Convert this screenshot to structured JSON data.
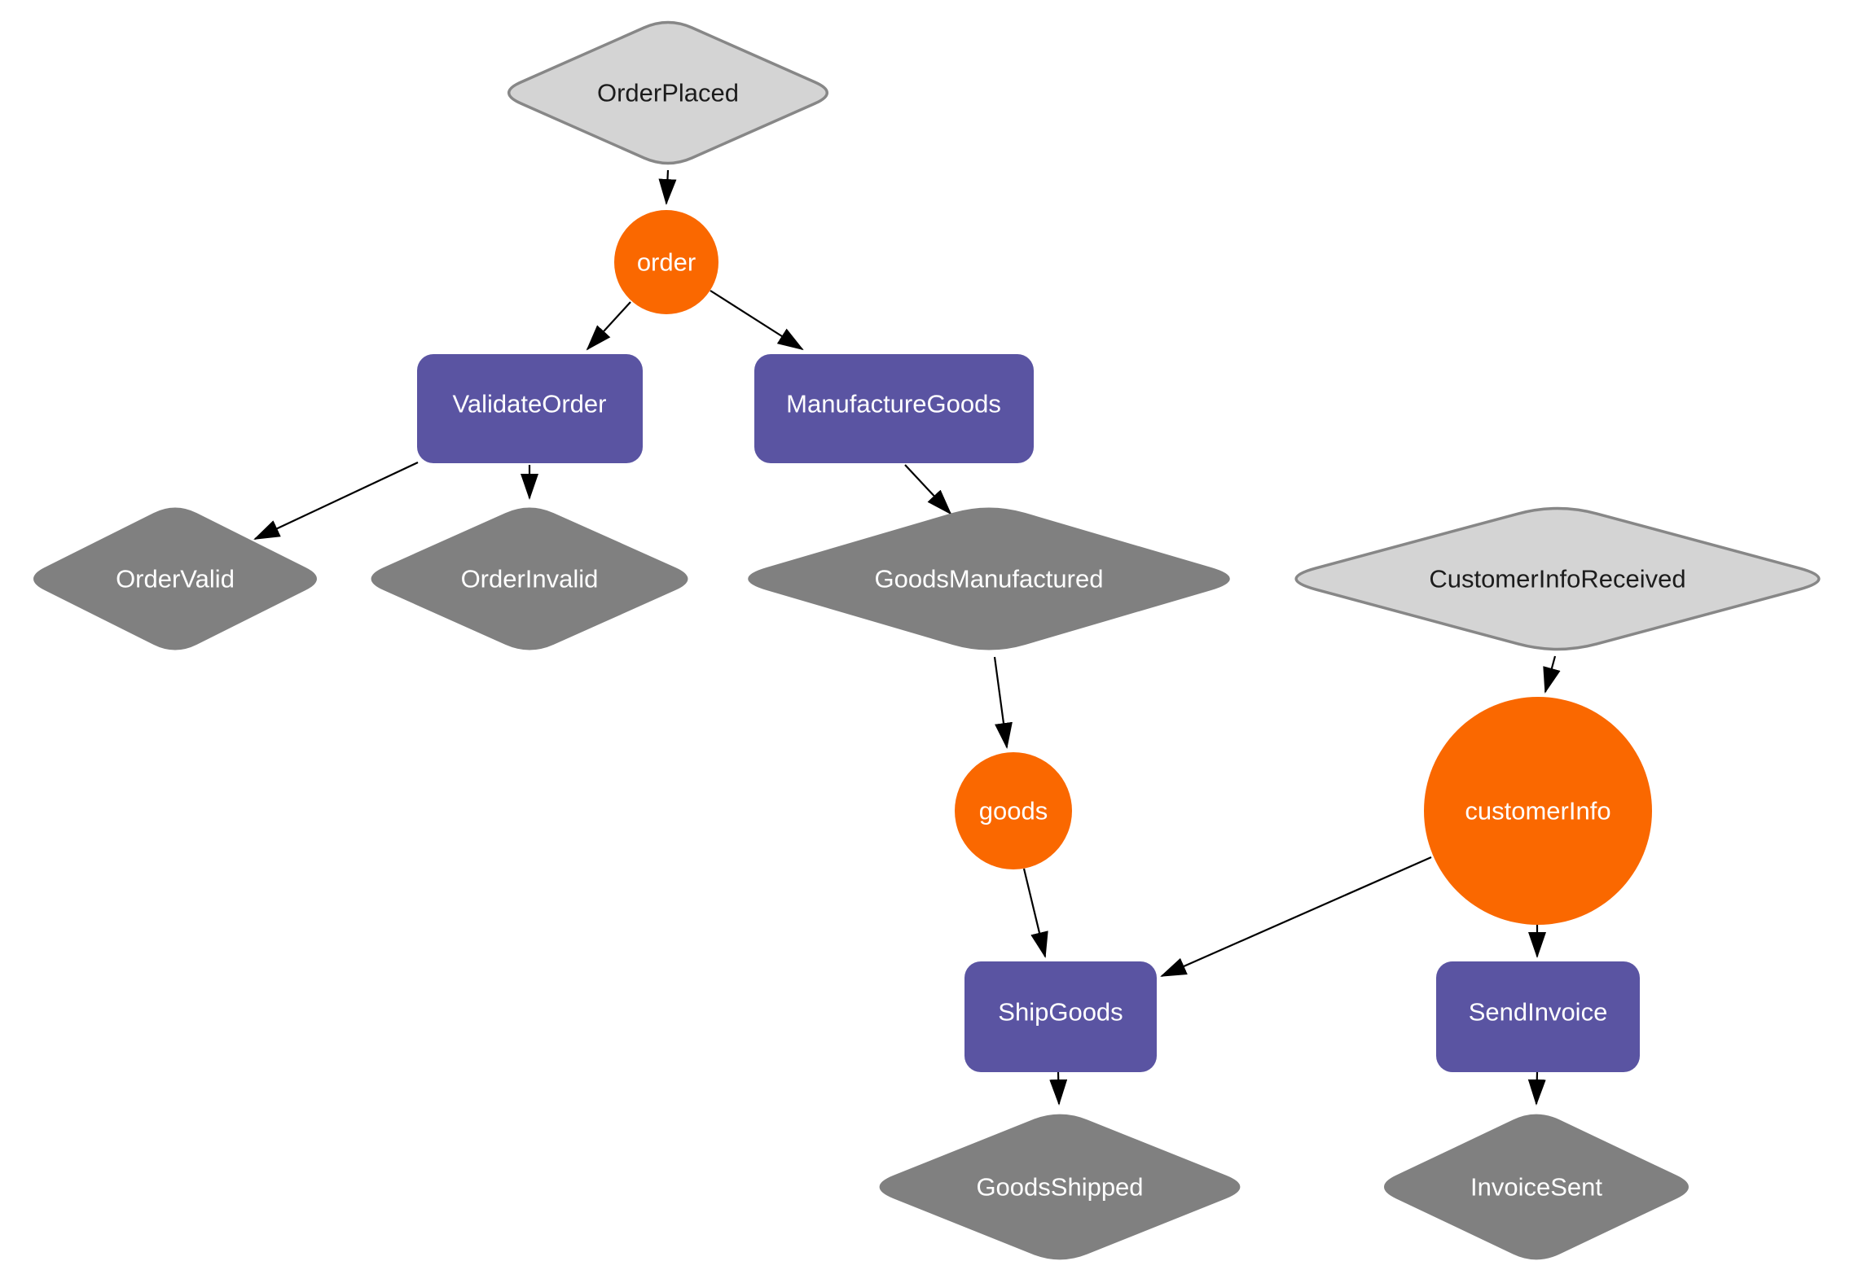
{
  "diagram": {
    "type": "process-flow-graph",
    "colors": {
      "start_event_fill": "#d4d4d4",
      "start_event_border": "#878787",
      "end_event_fill": "#808080",
      "message_fill": "#fa6800",
      "task_fill": "#5a54a2",
      "edge": "#000000",
      "text_on_light": "#1c1c1c",
      "text_on_color": "#ffffff"
    },
    "nodes": {
      "order_placed": {
        "label": "OrderPlaced",
        "shape": "diamond",
        "variant": "light"
      },
      "order": {
        "label": "order",
        "shape": "circle",
        "variant": "orange"
      },
      "validate_order": {
        "label": "ValidateOrder",
        "shape": "rect",
        "variant": "purple"
      },
      "manufacture_goods": {
        "label": "ManufactureGoods",
        "shape": "rect",
        "variant": "purple"
      },
      "order_valid": {
        "label": "OrderValid",
        "shape": "diamond",
        "variant": "dark"
      },
      "order_invalid": {
        "label": "OrderInvalid",
        "shape": "diamond",
        "variant": "dark"
      },
      "goods_manufactured": {
        "label": "GoodsManufactured",
        "shape": "diamond",
        "variant": "dark"
      },
      "customer_info_received": {
        "label": "CustomerInfoReceived",
        "shape": "diamond",
        "variant": "light"
      },
      "goods": {
        "label": "goods",
        "shape": "circle",
        "variant": "orange"
      },
      "customer_info": {
        "label": "customerInfo",
        "shape": "circle",
        "variant": "orange"
      },
      "ship_goods": {
        "label": "ShipGoods",
        "shape": "rect",
        "variant": "purple"
      },
      "send_invoice": {
        "label": "SendInvoice",
        "shape": "rect",
        "variant": "purple"
      },
      "goods_shipped": {
        "label": "GoodsShipped",
        "shape": "diamond",
        "variant": "dark"
      },
      "invoice_sent": {
        "label": "InvoiceSent",
        "shape": "diamond",
        "variant": "dark"
      }
    },
    "edges": [
      {
        "from": "OrderPlaced",
        "to": "order"
      },
      {
        "from": "order",
        "to": "ValidateOrder"
      },
      {
        "from": "order",
        "to": "ManufactureGoods"
      },
      {
        "from": "ValidateOrder",
        "to": "OrderValid"
      },
      {
        "from": "ValidateOrder",
        "to": "OrderInvalid"
      },
      {
        "from": "ManufactureGoods",
        "to": "GoodsManufactured"
      },
      {
        "from": "GoodsManufactured",
        "to": "goods"
      },
      {
        "from": "CustomerInfoReceived",
        "to": "customerInfo"
      },
      {
        "from": "goods",
        "to": "ShipGoods"
      },
      {
        "from": "customerInfo",
        "to": "ShipGoods"
      },
      {
        "from": "customerInfo",
        "to": "SendInvoice"
      },
      {
        "from": "ShipGoods",
        "to": "GoodsShipped"
      },
      {
        "from": "SendInvoice",
        "to": "InvoiceSent"
      }
    ]
  }
}
